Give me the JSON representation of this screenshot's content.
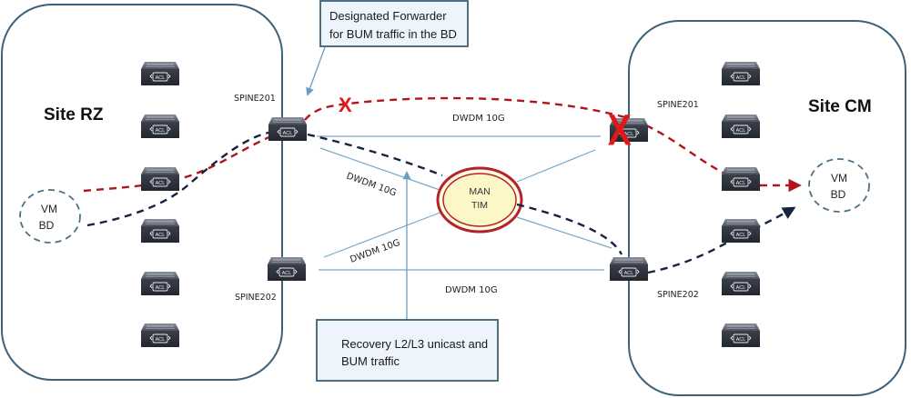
{
  "sites": [
    {
      "id": "rz",
      "title": "Site RZ"
    },
    {
      "id": "cm",
      "title": "Site CM"
    }
  ],
  "spines": {
    "left_top": "SPINE201",
    "left_bottom": "SPINE202",
    "right_top": "SPINE201",
    "right_bottom": "SPINE202"
  },
  "switch_icon_label": "ACL",
  "leaf_count_per_site": 6,
  "links": [
    {
      "from": "RZ SPINE201",
      "to": "CM SPINE201",
      "label": "DWDM 10G"
    },
    {
      "from": "RZ SPINE201",
      "to": "MAN TIM",
      "label": "DWDM 10G"
    },
    {
      "from": "RZ SPINE202",
      "to": "MAN TIM",
      "label": "DWDM 10G"
    },
    {
      "from": "RZ SPINE202",
      "to": "CM SPINE202",
      "label": "DWDM 10G"
    },
    {
      "from": "MAN TIM",
      "to": "CM SPINE201",
      "label": ""
    },
    {
      "from": "MAN TIM",
      "to": "CM SPINE202",
      "label": ""
    }
  ],
  "man": {
    "line1": "MAN",
    "line2": "TIM"
  },
  "vm_left": {
    "line1": "VM",
    "line2": "BD"
  },
  "vm_right": {
    "line1": "VM",
    "line2": "BD"
  },
  "callouts": {
    "top": {
      "line1": "Designated Forwarder",
      "line2": "for BUM traffic in the BD"
    },
    "bottom": {
      "line1": "Recovery L2/L3 unicast and",
      "line2": "BUM traffic"
    }
  },
  "failure_marks": {
    "small": "X",
    "large": "X"
  },
  "colors": {
    "site_border": "#3d6178",
    "failed_path": "#b0151c",
    "recovery_path": "#16233f",
    "dwdm_link": "#7aa8c6",
    "failure_mark": "#e01818",
    "man_ring": "#b3232a"
  }
}
